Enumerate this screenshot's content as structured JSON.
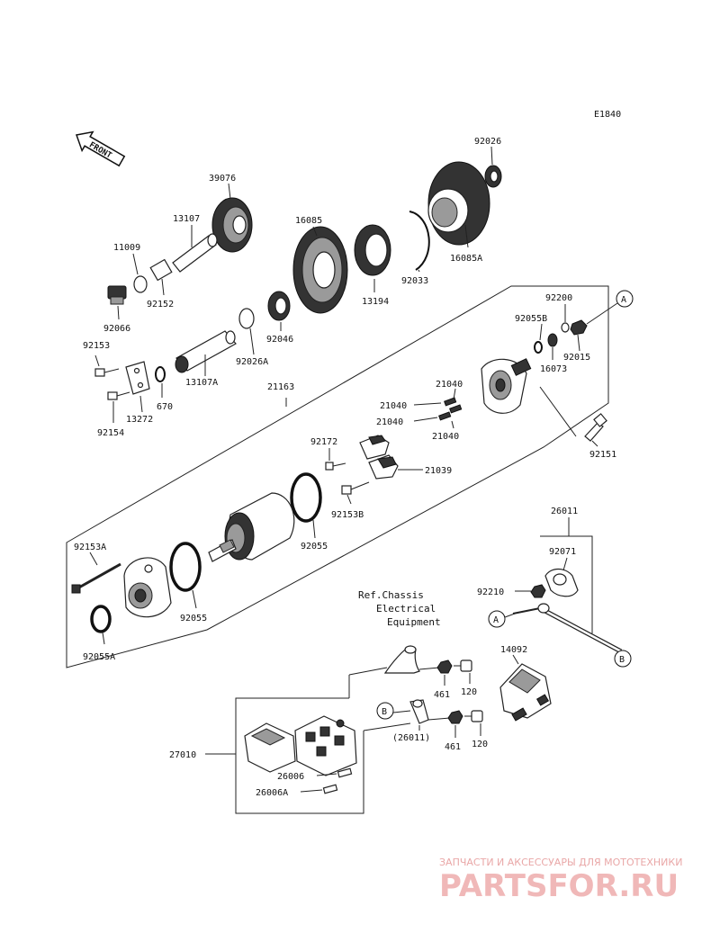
{
  "diagram_code": "E1840",
  "front_label": "FRONT",
  "parts": {
    "p39076": "39076",
    "p13107": "13107",
    "p11009": "11009",
    "p92152": "92152",
    "p92066": "92066",
    "p16085": "16085",
    "p13194": "13194",
    "p92033": "92033",
    "p16085A": "16085A",
    "p92026": "92026",
    "p92046": "92046",
    "p92026A": "92026A",
    "p13107A": "13107A",
    "p92153": "92153",
    "p670": "670",
    "p13272": "13272",
    "p92154": "92154",
    "p21163": "21163",
    "p92200": "92200",
    "p92055B": "92055B",
    "p92015": "92015",
    "p16073": "16073",
    "p21040a": "21040",
    "p21040b": "21040",
    "p21040c": "21040",
    "p21040d": "21040",
    "p92172": "92172",
    "p21039": "21039",
    "p92153B": "92153B",
    "p92151": "92151",
    "p92055": "92055",
    "p92153A": "92153A",
    "p92055c": "92055",
    "p92055A": "92055A",
    "p26011": "26011",
    "p92071": "92071",
    "p92210": "92210",
    "p461a": "461",
    "p120a": "120",
    "p14092": "14092",
    "p26011b": "(26011)",
    "p461b": "461",
    "p120b": "120",
    "p27010": "27010",
    "p26006": "26006",
    "p26006A": "26006A"
  },
  "ref_note": [
    "Ref.Chassis",
    "Electrical",
    "Equipment"
  ],
  "connectors": {
    "a1": "A",
    "a2": "A",
    "b1": "B",
    "b2": "B"
  },
  "watermark": {
    "line1": "ЗАПЧАСТИ И АКСЕССУАРЫ ДЛЯ МОТОТЕХНИКИ",
    "logo": "PARTSFOR.RU"
  }
}
